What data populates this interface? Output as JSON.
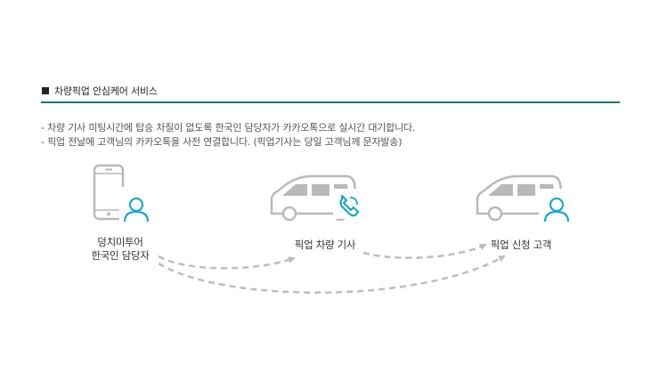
{
  "section": {
    "title": "차량픽업 안심케어 서비스"
  },
  "notes": [
    "- 차량 기사 미팅시간에 탑승 차질이 없도록 한국인 담당자가 카카오톡으로 실시간 대기합니다.",
    "- 픽업 전날에 고객님의 카카오톡을 사전 연결합니다. (픽업기사는 당일 고객님께 문자발송)"
  ],
  "nodes": {
    "staff": {
      "line1": "덩치미투어",
      "line2": "한국인 담당자"
    },
    "driver": {
      "label": "픽업 차량 기사"
    },
    "customer": {
      "label": "픽업 신청 고객"
    }
  },
  "colors": {
    "accent": "#1aa7cf",
    "rule": "#137a74",
    "icon_gray": "#b9b9b9",
    "arrow": "#bdbdbd"
  }
}
